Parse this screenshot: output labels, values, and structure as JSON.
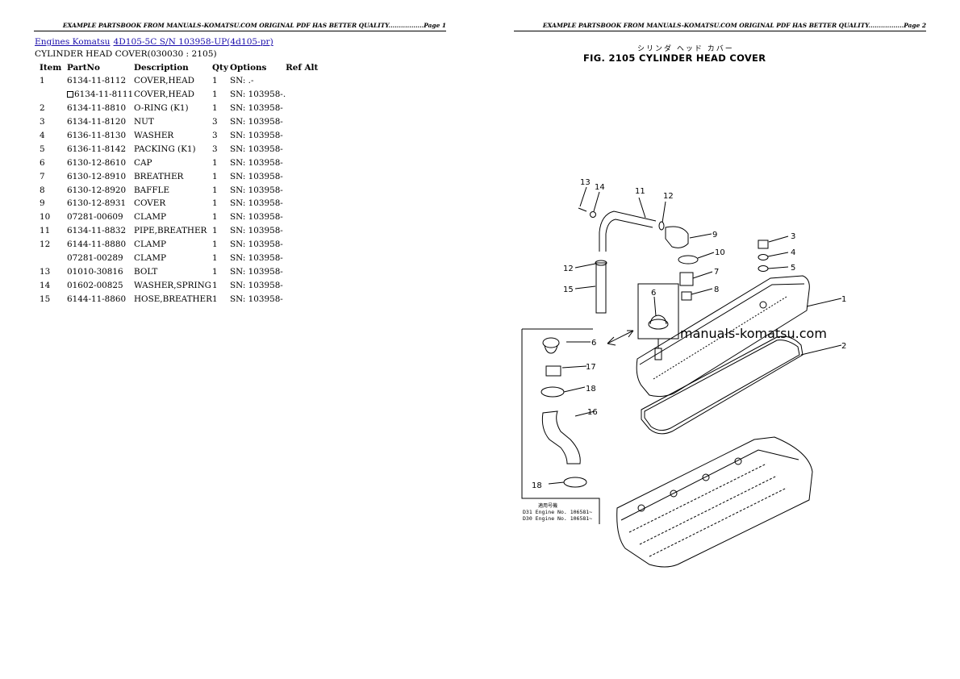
{
  "left_page": {
    "header": "EXAMPLE PARTSBOOK FROM MANUALS-KOMATSU.COM ORIGINAL PDF HAS BETTER QUALITY.................Page 1",
    "breadcrumb": {
      "link1": "Engines Komatsu",
      "link2": "4D105-5C S/N 103958-UP(4d105-pr)"
    },
    "subtitle": "CYLINDER HEAD COVER(030030 : 2105)",
    "table": {
      "headers": [
        "Item",
        "PartNo",
        "Description",
        "Qty",
        "Options",
        "Ref Alt"
      ],
      "rows": [
        {
          "item": "1",
          "part": "6134-11-8112",
          "desc": "COVER,HEAD",
          "qty": "1",
          "opt": "SN: .-"
        },
        {
          "item": "",
          "part": "6134-11-8111",
          "desc": "COVER,HEAD",
          "qty": "1",
          "opt": "SN: 103958-."
        },
        {
          "item": "2",
          "part": "6134-11-8810",
          "desc": "O-RING (K1)",
          "qty": "1",
          "opt": "SN: 103958-"
        },
        {
          "item": "3",
          "part": "6134-11-8120",
          "desc": "NUT",
          "qty": "3",
          "opt": "SN: 103958-"
        },
        {
          "item": "4",
          "part": "6136-11-8130",
          "desc": "WASHER",
          "qty": "3",
          "opt": "SN: 103958-"
        },
        {
          "item": "5",
          "part": "6136-11-8142",
          "desc": "PACKING (K1)",
          "qty": "3",
          "opt": "SN: 103958-"
        },
        {
          "item": "6",
          "part": "6130-12-8610",
          "desc": "CAP",
          "qty": "1",
          "opt": "SN: 103958-"
        },
        {
          "item": "7",
          "part": "6130-12-8910",
          "desc": "BREATHER",
          "qty": "1",
          "opt": "SN: 103958-"
        },
        {
          "item": "8",
          "part": "6130-12-8920",
          "desc": "BAFFLE",
          "qty": "1",
          "opt": "SN: 103958-"
        },
        {
          "item": "9",
          "part": "6130-12-8931",
          "desc": "COVER",
          "qty": "1",
          "opt": "SN: 103958-"
        },
        {
          "item": "10",
          "part": "07281-00609",
          "desc": "CLAMP",
          "qty": "1",
          "opt": "SN: 103958-"
        },
        {
          "item": "11",
          "part": "6134-11-8832",
          "desc": "PIPE,BREATHER",
          "qty": "1",
          "opt": "SN: 103958-"
        },
        {
          "item": "12",
          "part": "6144-11-8880",
          "desc": "CLAMP",
          "qty": "1",
          "opt": "SN: 103958-"
        },
        {
          "item": "",
          "part": "07281-00289",
          "desc": "CLAMP",
          "qty": "1",
          "opt": "SN: 103958-"
        },
        {
          "item": "13",
          "part": "01010-30816",
          "desc": "BOLT",
          "qty": "1",
          "opt": "SN: 103958-"
        },
        {
          "item": "14",
          "part": "01602-00825",
          "desc": "WASHER,SPRING",
          "qty": "1",
          "opt": "SN: 103958-"
        },
        {
          "item": "15",
          "part": "6144-11-8860",
          "desc": "HOSE,BREATHER",
          "qty": "1",
          "opt": "SN: 103958-"
        }
      ]
    }
  },
  "right_page": {
    "header": "EXAMPLE PARTSBOOK FROM MANUALS-KOMATSU.COM ORIGINAL PDF HAS BETTER QUALITY.................Page 2",
    "figure": {
      "title_jp": "シリンダ ヘッド カバー",
      "title": "FIG. 2105  CYLINDER HEAD COVER",
      "watermark": "manuals-komatsu.com",
      "callouts": [
        "13",
        "14",
        "11",
        "12",
        "9",
        "10",
        "7",
        "8",
        "3",
        "4",
        "5",
        "12",
        "15",
        "6",
        "1",
        "2",
        "6",
        "17",
        "18",
        "16",
        "18"
      ],
      "note_jp": "適用号機",
      "note_lines": [
        "D31  Engine  No. 106581~",
        "D30  Engine  No. 106581~"
      ]
    }
  }
}
